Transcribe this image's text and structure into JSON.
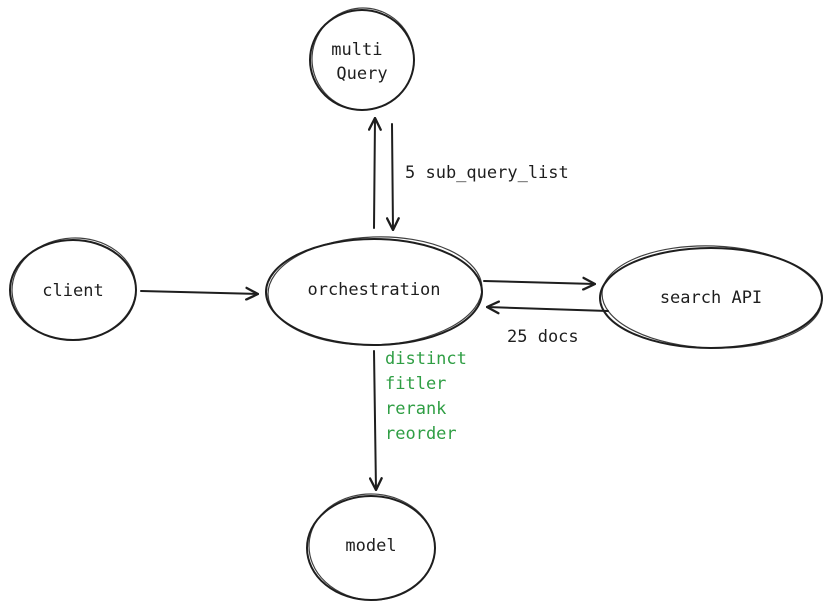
{
  "nodes": {
    "multi_query": {
      "lines": [
        "multi",
        "Query"
      ]
    },
    "client": {
      "label": "client"
    },
    "orchestration": {
      "label": "orchestration"
    },
    "search_api": {
      "label": "search API"
    },
    "model": {
      "label": "model"
    }
  },
  "edges": {
    "sub_query_label": "5 sub_query_list",
    "docs_label": "25 docs"
  },
  "processing_steps": {
    "items": [
      "distinct",
      "fitler",
      "rerank",
      "reorder"
    ],
    "color": "#2f9e44"
  },
  "colors": {
    "stroke": "#1e1e1e",
    "background": "#ffffff",
    "steps_text": "#2f9e44"
  }
}
